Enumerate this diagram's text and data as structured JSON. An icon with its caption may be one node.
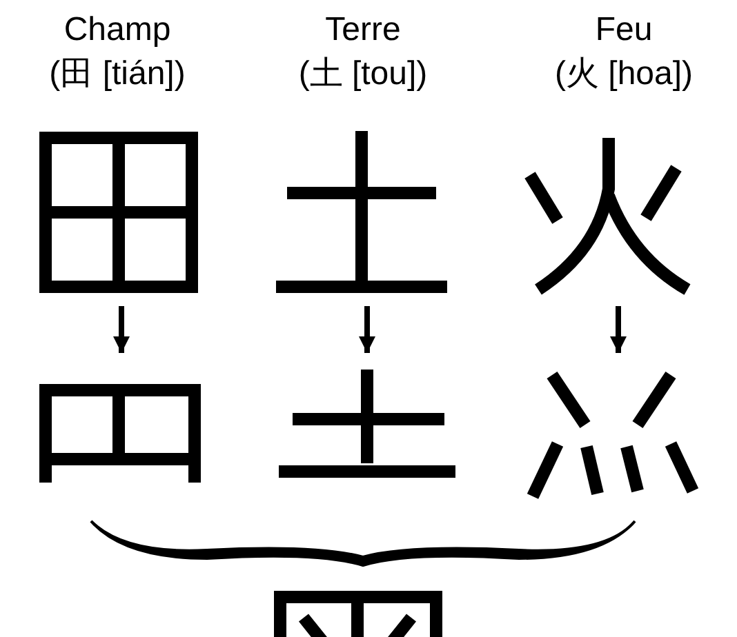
{
  "diagram": {
    "nodes": [
      {
        "text": [
          "Champ",
          "(田 [tián])"
        ]
      },
      {
        "text": [
          "Terre",
          "(土 [tou])"
        ]
      },
      {
        "text": [
          "Feu",
          "(火 [hoa])"
        ]
      },
      {
        "text": [],
        "shape": "picture"
      },
      {
        "text": [],
        "shape": "picture"
      },
      {
        "text": [],
        "shape": "picture"
      },
      {
        "text": [],
        "shape": "brace"
      },
      {
        "text": [],
        "shape": "picture"
      }
    ],
    "edges": [
      {
        "from": 0,
        "to": 3,
        "arrow": "to"
      },
      {
        "from": 1,
        "to": 4,
        "arrow": "to"
      },
      {
        "from": 2,
        "to": 5,
        "arrow": "to"
      }
    ]
  }
}
